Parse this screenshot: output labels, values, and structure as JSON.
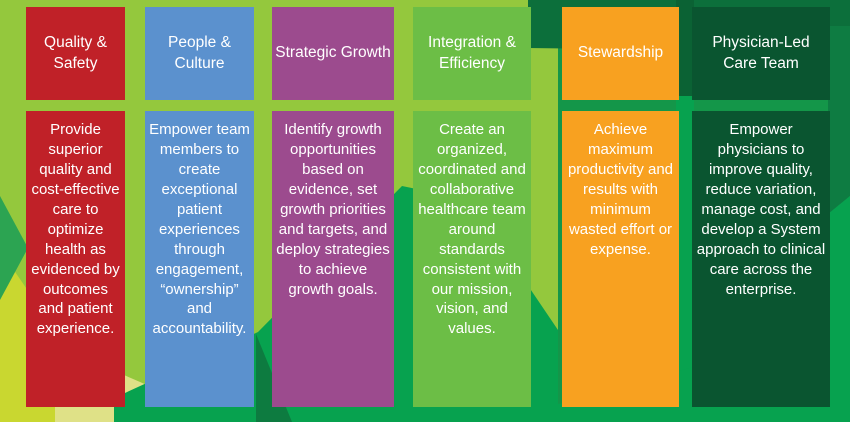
{
  "pillars": [
    {
      "id": "quality-safety",
      "title": "Quality & Safety",
      "description": "Provide superior quality and cost-effective care to optimize health as evidenced by outcomes and patient experience.",
      "color": "#c02128"
    },
    {
      "id": "people-culture",
      "title": "People & Culture",
      "description": "Empower team members to create exceptional patient experiences through engagement, “ownership” and accountability.",
      "color": "#5b91ce"
    },
    {
      "id": "strategic-growth",
      "title": "Strategic Growth",
      "description": "Identify growth opportunities based on evidence, set growth priorities and targets, and deploy strategies to achieve growth goals.",
      "color": "#9c4b8e"
    },
    {
      "id": "integration-efficiency",
      "title": "Integration & Efficiency",
      "description": "Create an organized, coordinated and collaborative healthcare team around standards consistent with our mission, vision, and values.",
      "color": "#6cbe46"
    },
    {
      "id": "stewardship",
      "title": "Stewardship",
      "description": "Achieve maximum productivity and results with minimum wasted effort or expense.",
      "color": "#f8a120"
    },
    {
      "id": "physician-led-care-team",
      "title": "Physician-Led Care Team",
      "description": "Empower physicians to improve quality, reduce variation, manage cost, and develop a System approach to clinical care across the enterprise.",
      "color": "#0a5530"
    }
  ],
  "background": {
    "base": "#94c83d",
    "bright_green": "#07a24f",
    "yellow_strip": "#c9d730",
    "pale_triangle": "#dfe187",
    "left_wedge": "#2ca452",
    "deep_wedge": "#0d7b40",
    "right_zone": "#149649",
    "top_dark_band": "#0c6f3b",
    "right_edge_dark": "#0e7c42",
    "gap_dark": "#0b6234",
    "text_color": "#ffffff"
  }
}
